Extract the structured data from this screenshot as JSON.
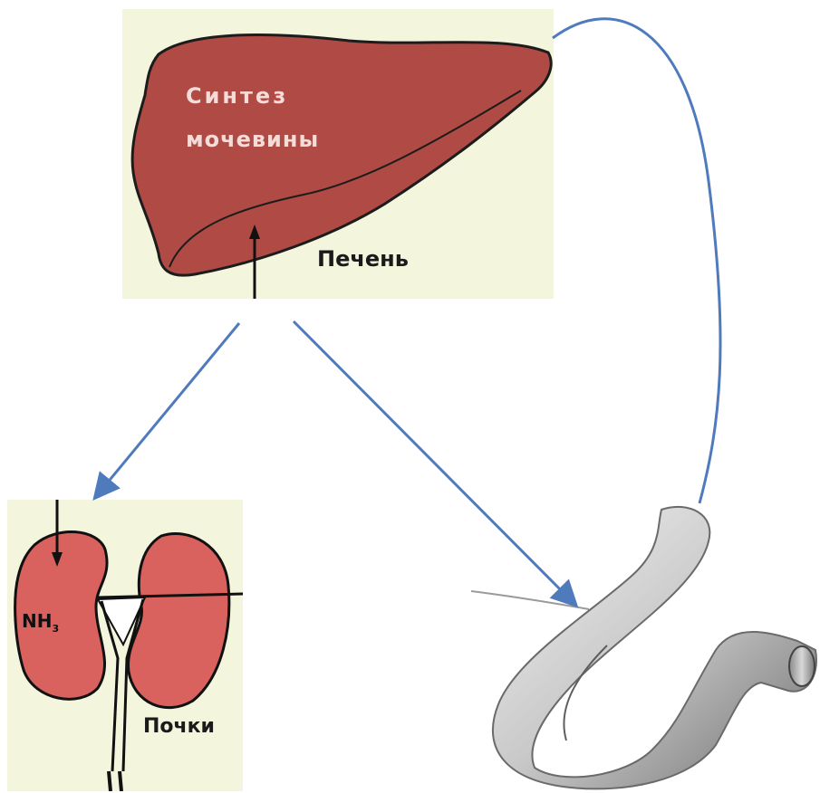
{
  "liver": {
    "synthesis_line1": "Синтез",
    "synthesis_line2": "мочевины",
    "name": "Печень",
    "fill_color": "#b04a44"
  },
  "kidneys": {
    "nh3_label": "NH",
    "nh3_subscript": "3",
    "name": "Почки",
    "fill_color": "#d9625e"
  },
  "intestine": {
    "icon": "intestine-illustration"
  },
  "connector_color": "#4f7bbd"
}
